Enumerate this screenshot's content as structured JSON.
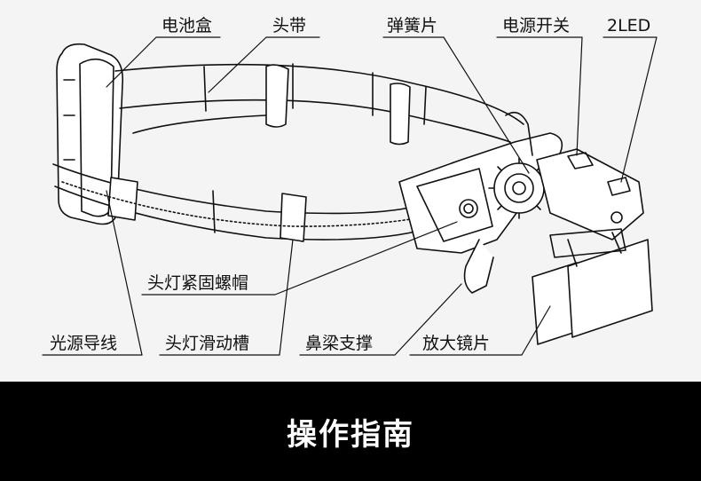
{
  "labels": {
    "battery_box": "电池盒",
    "headband": "头带",
    "spring_piece": "弹簧片",
    "power_switch": "电源开关",
    "led": "2LED",
    "lamp_fixing_nut": "头灯紧固螺帽",
    "light_guide_wire": "光源导线",
    "lamp_slide_groove": "头灯滑动槽",
    "nose_bridge_support": "鼻梁支撑",
    "magnifier_lens": "放大镜片"
  },
  "banner": {
    "title": "操作指南"
  },
  "colors": {
    "line": "#111111",
    "background": "#f4f4f4",
    "banner": "#000000",
    "banner_text": "#ffffff"
  }
}
